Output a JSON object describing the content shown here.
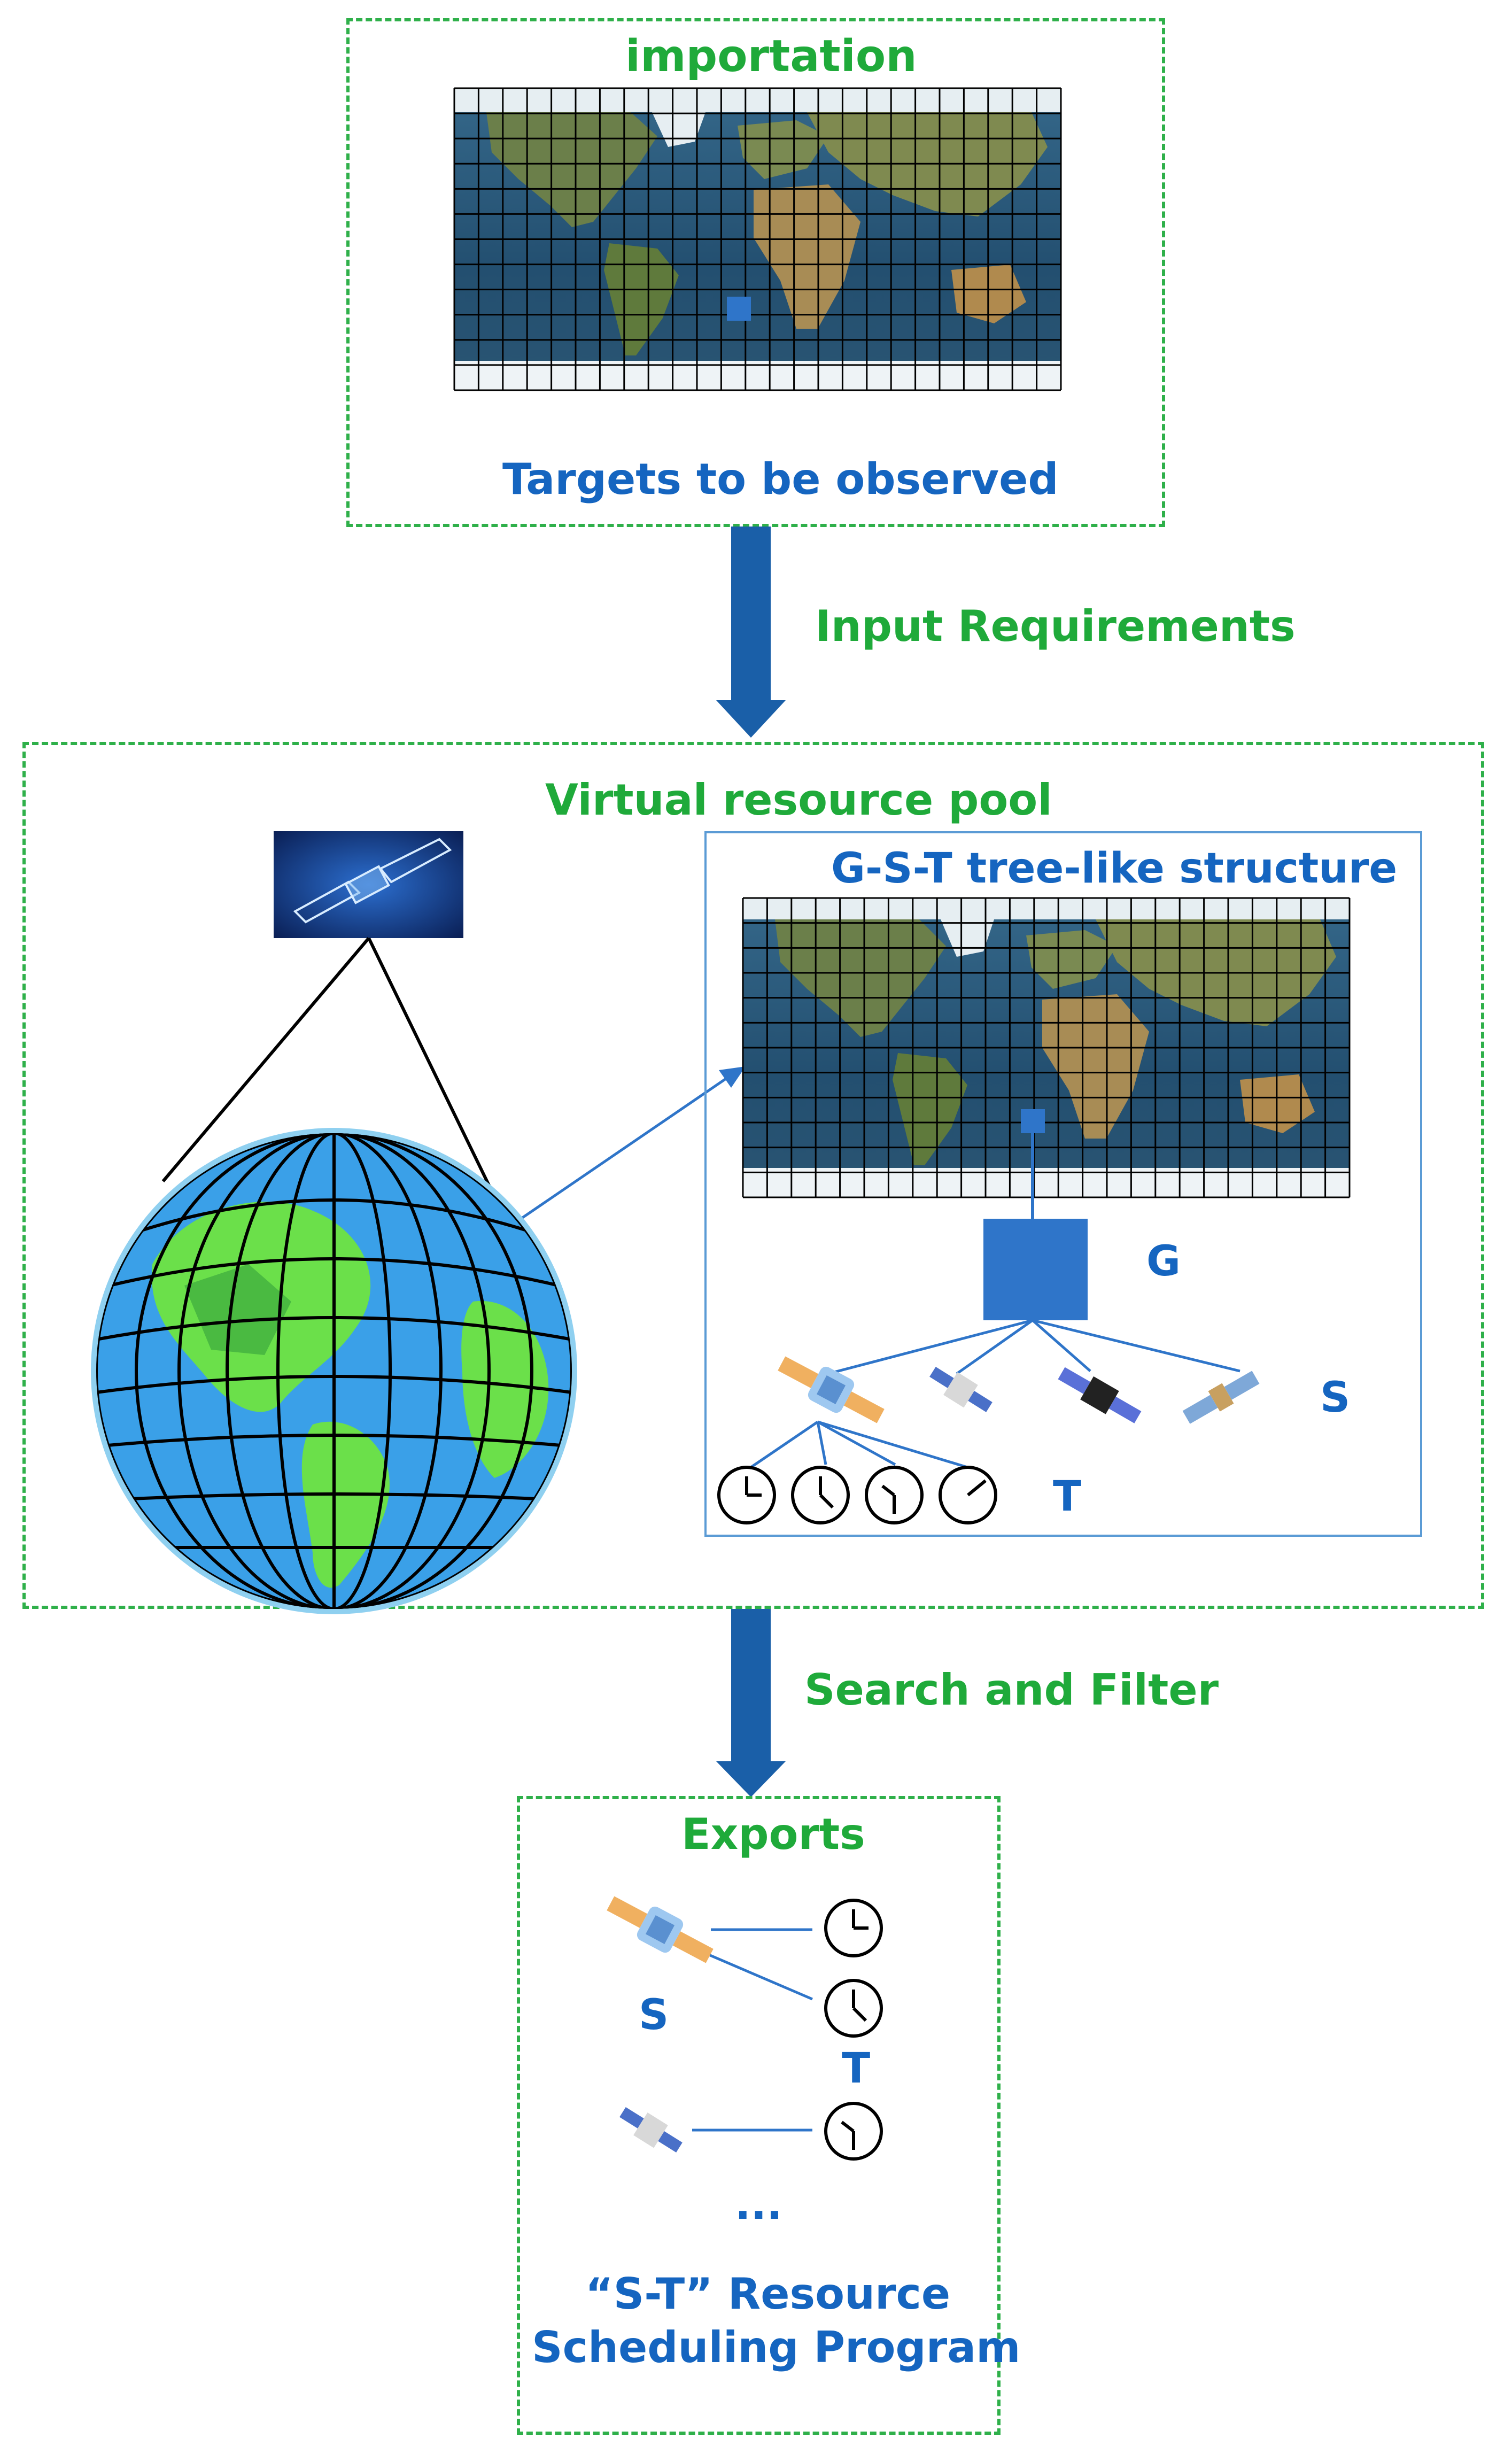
{
  "importation": {
    "title": "importation",
    "caption": "Targets to be observed"
  },
  "flow": {
    "input_label": "Input Requirements",
    "search_label": "Search and Filter"
  },
  "pool": {
    "title": "Virtual resource pool",
    "gst": {
      "title": "G-S-T tree-like structure",
      "g_label": "G",
      "s_label": "S",
      "t_label": "T"
    }
  },
  "exports": {
    "title": "Exports",
    "s_label": "S",
    "t_label": "T",
    "ellipsis": "...",
    "program_line1": "“S-T”   Resource",
    "program_line2": "Scheduling Program"
  },
  "colors": {
    "green": "#1faa3a",
    "blue": "#1565c0",
    "arrow": "#1a5fa8",
    "dashed_border": "#2fb04a",
    "grid_cell": "#2f75c9"
  },
  "icons": [
    "world-map-grid",
    "satellite-icon",
    "globe-icon",
    "clock-icon",
    "grid-cell-square"
  ]
}
